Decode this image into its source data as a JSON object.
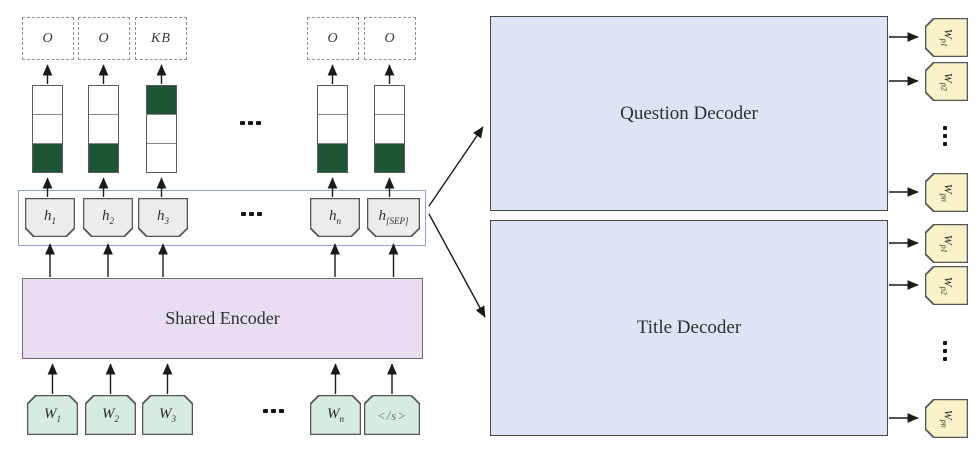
{
  "figure": {
    "colors": {
      "accent_green": "#1d5535",
      "input_token_fill": "#d5ecdf",
      "hidden_token_fill": "#ececec",
      "output_token_fill": "#f9f1c8",
      "encoder_fill": "#e9ddf1",
      "decoder_fill": "#dce4f6",
      "hrow_border": "#93a2c8"
    },
    "slot_labels": [
      "O",
      "O",
      "KB",
      "O",
      "O"
    ],
    "stack_green_positions": [
      "bottom",
      "bottom",
      "top",
      "bottom",
      "bottom"
    ],
    "hidden_tokens": [
      {
        "base": "h",
        "sub": "1"
      },
      {
        "base": "h",
        "sub": "2"
      },
      {
        "base": "h",
        "sub": "3"
      },
      {
        "base": "h",
        "sub": "n"
      },
      {
        "base": "h",
        "sub": "[SEP]"
      }
    ],
    "input_tokens": [
      {
        "base": "W",
        "sub": "1"
      },
      {
        "base": "W",
        "sub": "2"
      },
      {
        "base": "W",
        "sub": "3"
      },
      {
        "base": "W",
        "sub": "n"
      },
      {
        "base": "</s>",
        "sub": ""
      }
    ],
    "encoder": {
      "label": "Shared Encoder"
    },
    "question_decoder": {
      "label": "Question Decoder"
    },
    "title_decoder": {
      "label": "Title Decoder"
    },
    "question_decoder_outputs": [
      {
        "base": "W",
        "sub": "p1"
      },
      {
        "base": "W",
        "sub": "p2"
      },
      {
        "base": "W",
        "sub": "pn"
      }
    ],
    "title_decoder_outputs": [
      {
        "base": "W",
        "sub": "p1"
      },
      {
        "base": "W",
        "sub": "p2"
      },
      {
        "base": "W",
        "sub": "pn"
      }
    ]
  }
}
